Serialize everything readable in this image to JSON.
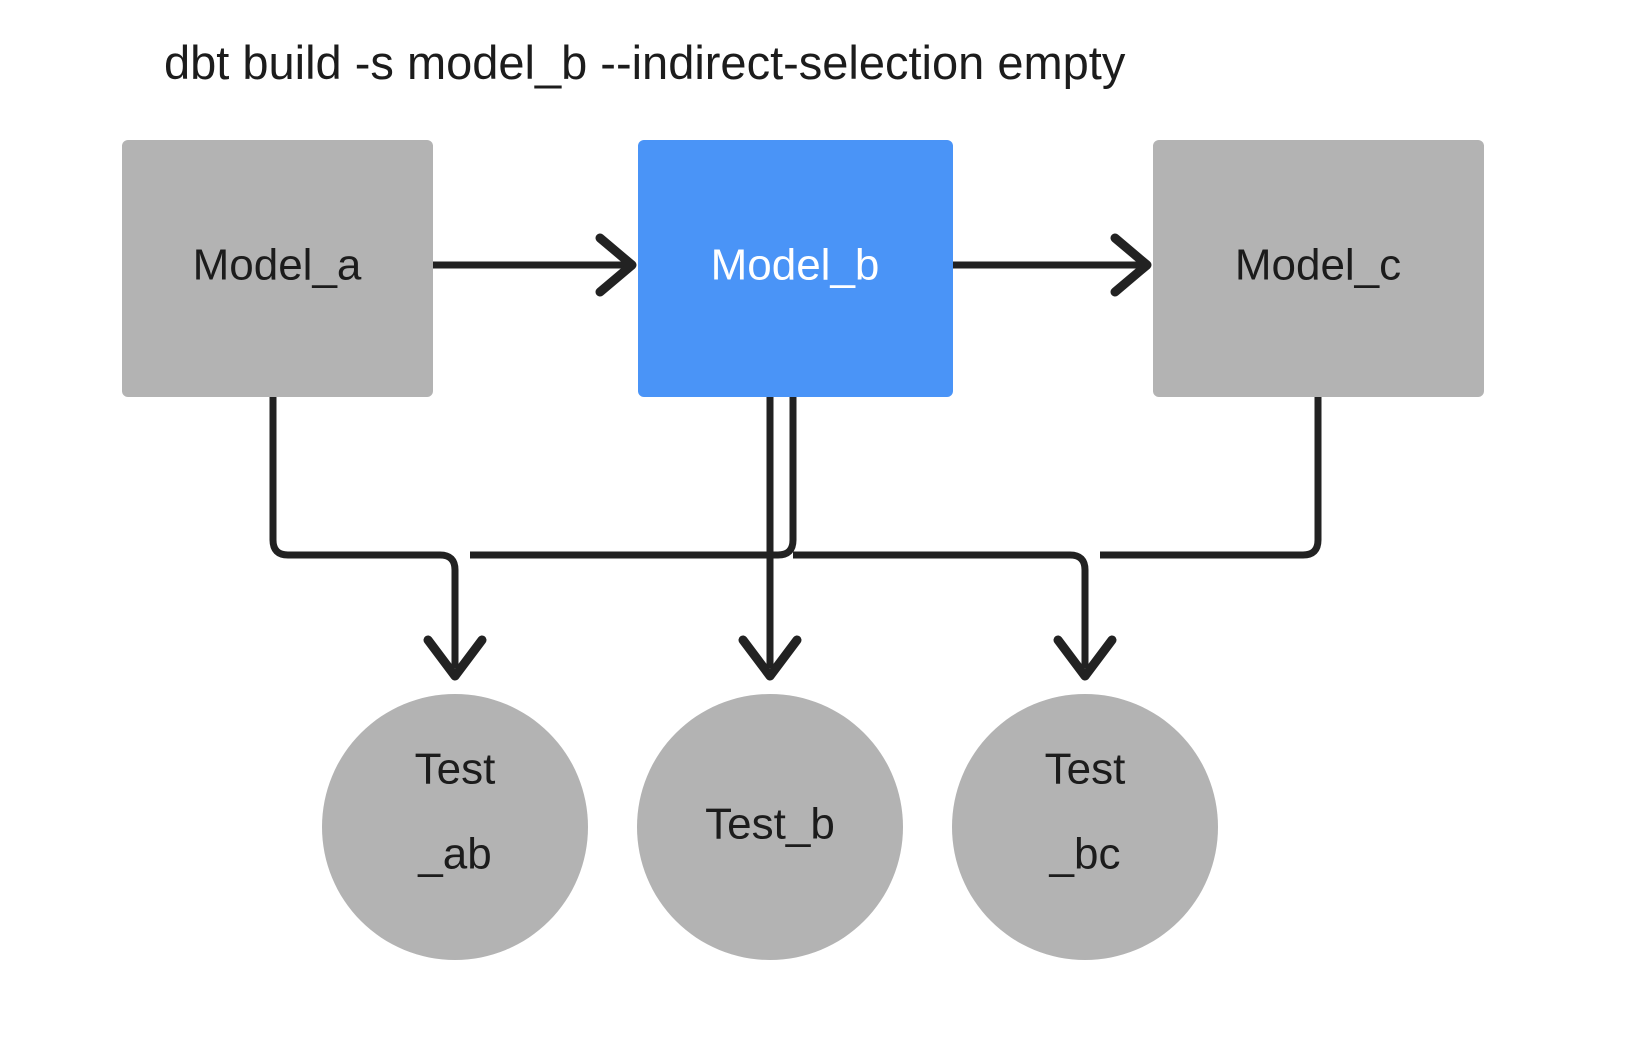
{
  "title": "dbt build -s model_b --indirect-selection empty",
  "colors": {
    "background": "#ffffff",
    "node_default": "#b3b3b3",
    "node_selected": "#4a94f7",
    "edge": "#222222",
    "text_default": "#1c1c1c",
    "text_selected": "#ffffff"
  },
  "nodes": {
    "model_a": {
      "label": "Model_a",
      "shape": "rect",
      "state": "default"
    },
    "model_b": {
      "label": "Model_b",
      "shape": "rect",
      "state": "selected"
    },
    "model_c": {
      "label": "Model_c",
      "shape": "rect",
      "state": "default"
    },
    "test_ab": {
      "label_line1": "Test",
      "label_line2": "_ab",
      "shape": "circle",
      "state": "default"
    },
    "test_b": {
      "label_line1": "Test_b",
      "label_line2": "",
      "shape": "circle",
      "state": "default"
    },
    "test_bc": {
      "label_line1": "Test",
      "label_line2": "_bc",
      "shape": "circle",
      "state": "default"
    }
  },
  "edges": [
    {
      "from": "model_a",
      "to": "model_b",
      "style": "arrow"
    },
    {
      "from": "model_b",
      "to": "model_c",
      "style": "arrow"
    },
    {
      "from": "model_a",
      "to": "test_ab",
      "style": "arrow"
    },
    {
      "from": "model_b",
      "to": "test_ab",
      "style": "arrow"
    },
    {
      "from": "model_b",
      "to": "test_b",
      "style": "arrow"
    },
    {
      "from": "model_b",
      "to": "test_bc",
      "style": "arrow"
    },
    {
      "from": "model_c",
      "to": "test_bc",
      "style": "arrow"
    }
  ]
}
